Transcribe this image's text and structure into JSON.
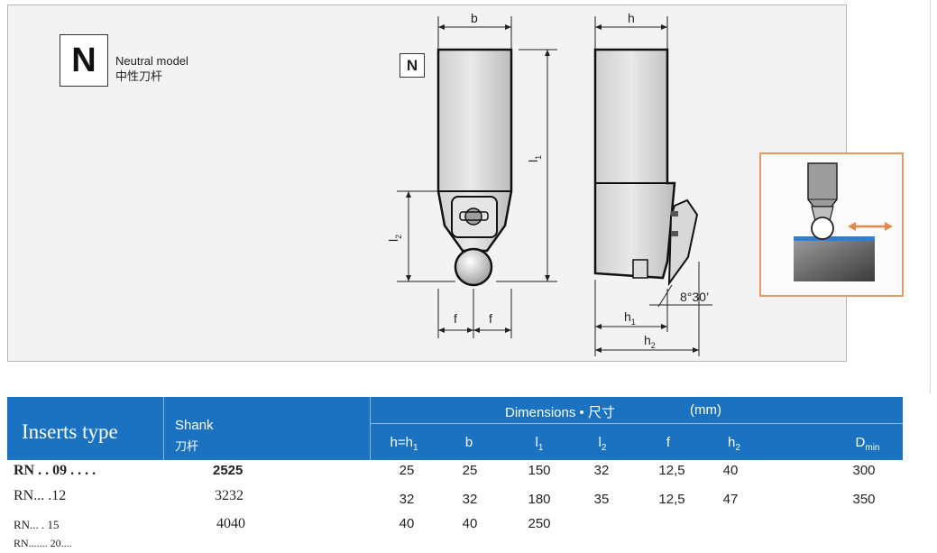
{
  "model": {
    "badge": "N",
    "name_en": "Neutral model",
    "name_cn": "中性刀杆",
    "drawing_badge": "N"
  },
  "drawing_labels": {
    "b": "b",
    "h": "h",
    "l1": "l",
    "l1_sub": "1",
    "l2": "l",
    "l2_sub": "2",
    "f_left": "f",
    "f_right": "f",
    "h1": "h",
    "h1_sub": "1",
    "h2": "h",
    "h2_sub": "2",
    "angle": "8°30’"
  },
  "table": {
    "inserts_header": "Inserts type",
    "shank_header": "Shank",
    "shank_header_cn": "刀杆",
    "dimensions_header": "Dimensions  •  尺寸",
    "unit": "(mm)",
    "columns": [
      {
        "label": "h=h",
        "sub": "1"
      },
      {
        "label": "b",
        "sub": ""
      },
      {
        "label": "l",
        "sub": "1"
      },
      {
        "label": "l",
        "sub": "2"
      },
      {
        "label": "f",
        "sub": ""
      },
      {
        "label": "h",
        "sub": "2"
      },
      {
        "label": "D",
        "sub": "min"
      }
    ],
    "rows": [
      {
        "insert": "RN . .  09 . .  . .",
        "shank": "2525",
        "values": [
          "25",
          "25",
          "150",
          "32",
          "12,5",
          "40",
          "300"
        ]
      },
      {
        "insert": "RN...  .12",
        "shank": "3232",
        "values": [
          "32",
          "32",
          "180",
          "35",
          "12,5",
          "47",
          "350"
        ]
      },
      {
        "insert": "RN...      . 15",
        "shank": "4040",
        "values": [
          "40",
          "40",
          "250",
          "",
          "",
          "",
          ""
        ]
      },
      {
        "insert": "RN.......    20....",
        "shank": "",
        "values": [
          "",
          "",
          "",
          "",
          "",
          "",
          ""
        ]
      }
    ]
  }
}
